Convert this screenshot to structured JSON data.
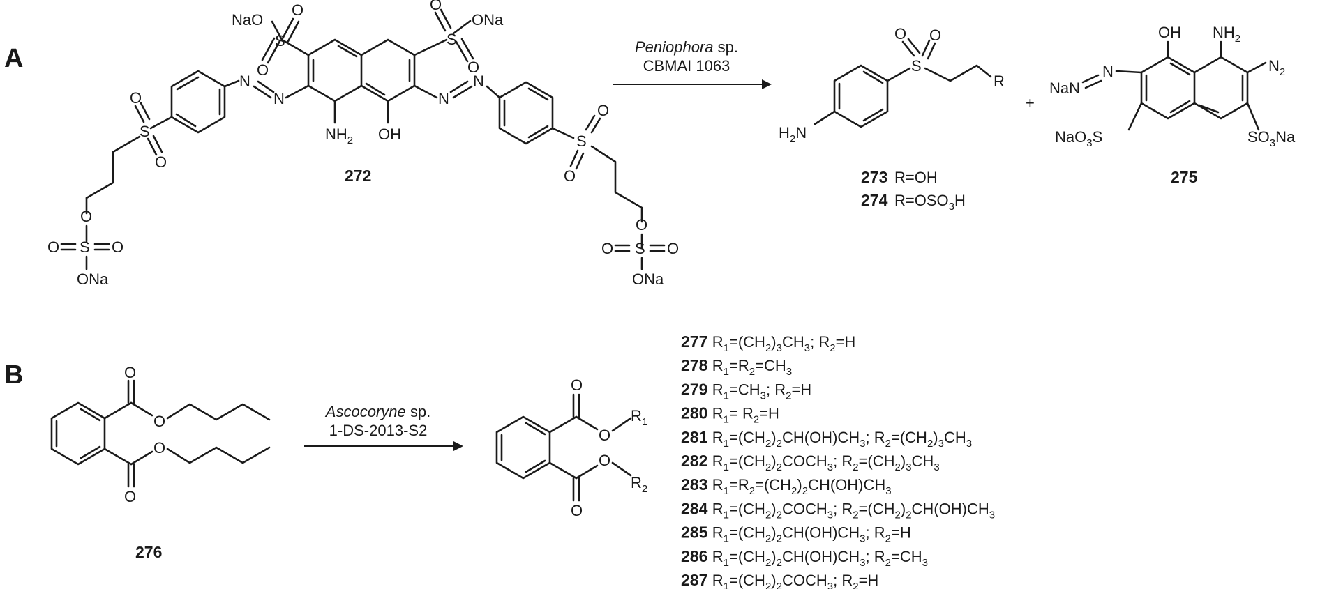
{
  "panels": {
    "a": "A",
    "b": "B"
  },
  "reaction_a": {
    "organism": "Peniophora",
    "organism_suffix": " sp.",
    "strain": "CBMAI 1063",
    "plus": "+",
    "substrate_id": "272",
    "product_273": {
      "id": "273",
      "label": "R=OH"
    },
    "product_274": {
      "id": "274",
      "label_pre": "R=OSO",
      "label_sub": "3",
      "label_post": "H"
    },
    "product_275_id": "275"
  },
  "reaction_b": {
    "organism": "Ascocoryne",
    "organism_suffix": " sp.",
    "strain": "1-DS-2013-S2",
    "substrate_id": "276",
    "products": [
      {
        "id": "277",
        "parts": [
          [
            "R",
            "t"
          ],
          [
            "1",
            "s"
          ],
          [
            "=(CH",
            "t"
          ],
          [
            "2",
            "s"
          ],
          [
            ")",
            "t"
          ],
          [
            "3",
            "s"
          ],
          [
            "CH",
            "t"
          ],
          [
            "3",
            "s"
          ],
          [
            "; R",
            "t"
          ],
          [
            "2",
            "s"
          ],
          [
            "=H",
            "t"
          ]
        ]
      },
      {
        "id": "278",
        "parts": [
          [
            "R",
            "t"
          ],
          [
            "1",
            "s"
          ],
          [
            "=R",
            "t"
          ],
          [
            "2",
            "s"
          ],
          [
            "=CH",
            "t"
          ],
          [
            "3",
            "s"
          ]
        ]
      },
      {
        "id": "279",
        "parts": [
          [
            "R",
            "t"
          ],
          [
            "1",
            "s"
          ],
          [
            "=CH",
            "t"
          ],
          [
            "3",
            "s"
          ],
          [
            "; R",
            "t"
          ],
          [
            "2",
            "s"
          ],
          [
            "=H",
            "t"
          ]
        ]
      },
      {
        "id": "280",
        "parts": [
          [
            "R",
            "t"
          ],
          [
            "1",
            "s"
          ],
          [
            "= R",
            "t"
          ],
          [
            "2",
            "s"
          ],
          [
            "=H",
            "t"
          ]
        ]
      },
      {
        "id": "281",
        "parts": [
          [
            "R",
            "t"
          ],
          [
            "1",
            "s"
          ],
          [
            "=(CH",
            "t"
          ],
          [
            "2",
            "s"
          ],
          [
            ")",
            "t"
          ],
          [
            "2",
            "s"
          ],
          [
            "CH(OH)CH",
            "t"
          ],
          [
            "3",
            "s"
          ],
          [
            "; R",
            "t"
          ],
          [
            "2",
            "s"
          ],
          [
            "=(CH",
            "t"
          ],
          [
            "2",
            "s"
          ],
          [
            ")",
            "t"
          ],
          [
            "3",
            "s"
          ],
          [
            "CH",
            "t"
          ],
          [
            "3",
            "s"
          ]
        ]
      },
      {
        "id": "282",
        "parts": [
          [
            "R",
            "t"
          ],
          [
            "1",
            "s"
          ],
          [
            "=(CH",
            "t"
          ],
          [
            "2",
            "s"
          ],
          [
            ")",
            "t"
          ],
          [
            "2",
            "s"
          ],
          [
            "COCH",
            "t"
          ],
          [
            "3",
            "s"
          ],
          [
            "; R",
            "t"
          ],
          [
            "2",
            "s"
          ],
          [
            "=(CH",
            "t"
          ],
          [
            "2",
            "s"
          ],
          [
            ")",
            "t"
          ],
          [
            "3",
            "s"
          ],
          [
            "CH",
            "t"
          ],
          [
            "3",
            "s"
          ]
        ]
      },
      {
        "id": "283",
        "parts": [
          [
            "R",
            "t"
          ],
          [
            "1",
            "s"
          ],
          [
            "=R",
            "t"
          ],
          [
            "2",
            "s"
          ],
          [
            "=(CH",
            "t"
          ],
          [
            "2",
            "s"
          ],
          [
            ")",
            "t"
          ],
          [
            "2",
            "s"
          ],
          [
            "CH(OH)CH",
            "t"
          ],
          [
            "3",
            "s"
          ]
        ]
      },
      {
        "id": "284",
        "parts": [
          [
            "R",
            "t"
          ],
          [
            "1",
            "s"
          ],
          [
            "=(CH",
            "t"
          ],
          [
            "2",
            "s"
          ],
          [
            ")",
            "t"
          ],
          [
            "2",
            "s"
          ],
          [
            "COCH",
            "t"
          ],
          [
            "3",
            "s"
          ],
          [
            "; R",
            "t"
          ],
          [
            "2",
            "s"
          ],
          [
            "=(CH",
            "t"
          ],
          [
            "2",
            "s"
          ],
          [
            ")",
            "t"
          ],
          [
            "2",
            "s"
          ],
          [
            "CH(OH)CH",
            "t"
          ],
          [
            "3",
            "s"
          ]
        ]
      },
      {
        "id": "285",
        "parts": [
          [
            "R",
            "t"
          ],
          [
            "1",
            "s"
          ],
          [
            "=(CH",
            "t"
          ],
          [
            "2",
            "s"
          ],
          [
            ")",
            "t"
          ],
          [
            "2",
            "s"
          ],
          [
            "CH(OH)CH",
            "t"
          ],
          [
            "3",
            "s"
          ],
          [
            "; R",
            "t"
          ],
          [
            "2",
            "s"
          ],
          [
            "=H",
            "t"
          ]
        ]
      },
      {
        "id": "286",
        "parts": [
          [
            "R",
            "t"
          ],
          [
            "1",
            "s"
          ],
          [
            "=(CH",
            "t"
          ],
          [
            "2",
            "s"
          ],
          [
            ")",
            "t"
          ],
          [
            "2",
            "s"
          ],
          [
            "CH(OH)CH",
            "t"
          ],
          [
            "3",
            "s"
          ],
          [
            "; R",
            "t"
          ],
          [
            "2",
            "s"
          ],
          [
            "=CH",
            "t"
          ],
          [
            "3",
            "s"
          ]
        ]
      },
      {
        "id": "287",
        "parts": [
          [
            "R",
            "t"
          ],
          [
            "1",
            "s"
          ],
          [
            "=(CH",
            "t"
          ],
          [
            "2",
            "s"
          ],
          [
            ")",
            "t"
          ],
          [
            "2",
            "s"
          ],
          [
            "COCH",
            "t"
          ],
          [
            "3",
            "s"
          ],
          [
            "; R",
            "t"
          ],
          [
            "2",
            "s"
          ],
          [
            "=H",
            "t"
          ]
        ]
      }
    ]
  },
  "atoms": {
    "naos": "NaO",
    "so3na": "SO",
    "na": "Na",
    "s": "S",
    "o": "O",
    "n": "N",
    "nh": "NH",
    "two": "2",
    "three": "3",
    "oh": "OH",
    "ona": "ONa",
    "h2n_h": "H",
    "h2n_n": "N",
    "r": "R",
    "one": "1",
    "nana": "NaN",
    "nao3s_a": "NaO",
    "nao3s_b": "S"
  }
}
